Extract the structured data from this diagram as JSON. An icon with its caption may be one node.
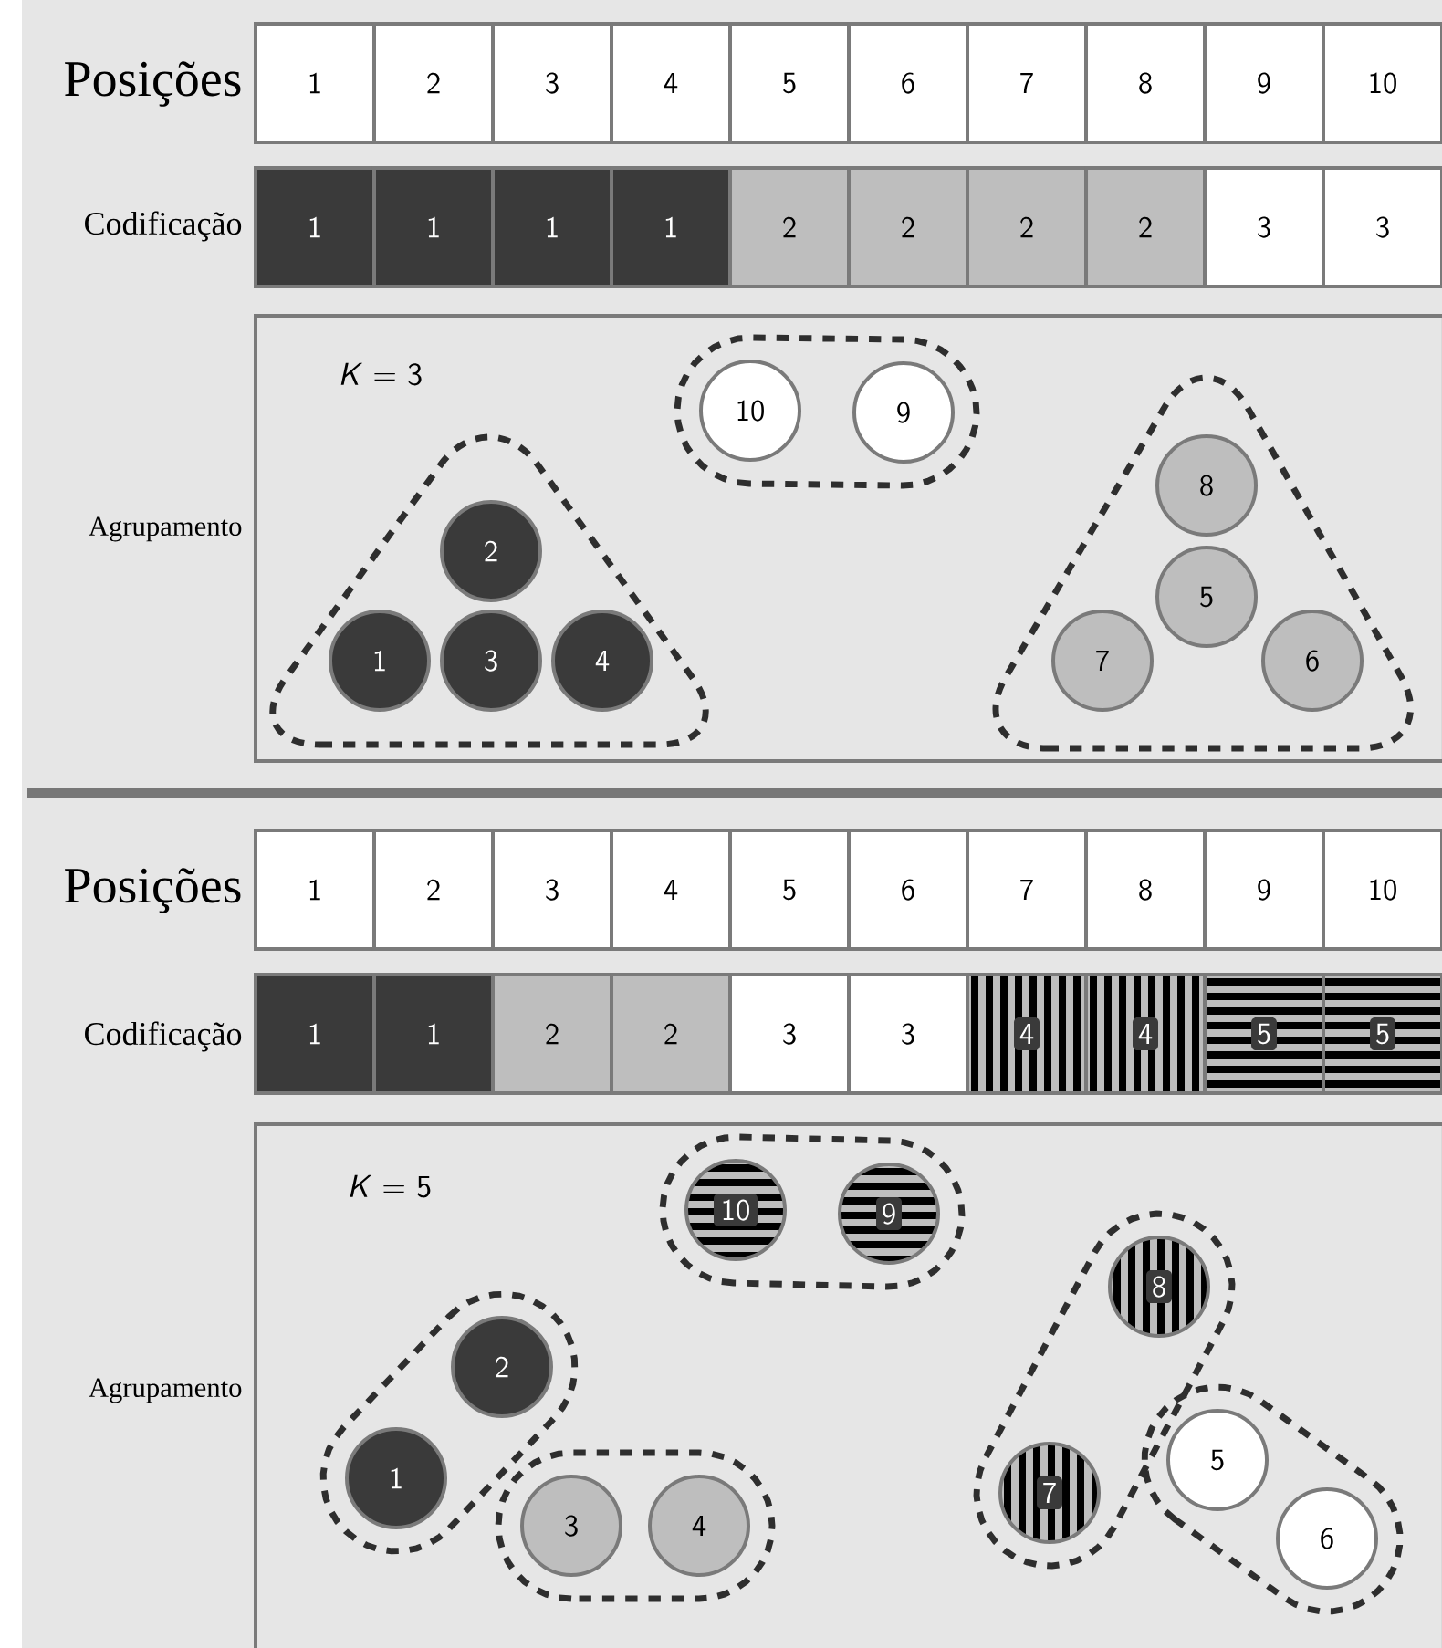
{
  "diagram": {
    "nodes": [
      {
        "text": [
          "1"
        ]
      },
      {
        "text": [
          "2"
        ]
      },
      {
        "text": [
          "3"
        ]
      },
      {
        "text": [
          "4"
        ]
      },
      {
        "text": [
          "5"
        ]
      },
      {
        "text": [
          "6"
        ]
      },
      {
        "text": [
          "7"
        ]
      },
      {
        "text": [
          "8"
        ]
      },
      {
        "text": [
          "9"
        ]
      },
      {
        "text": [
          "10"
        ]
      },
      {
        "text": [
          "1"
        ]
      },
      {
        "text": [
          "1"
        ]
      },
      {
        "text": [
          "1"
        ]
      },
      {
        "text": [
          "1"
        ]
      },
      {
        "text": [
          "2"
        ]
      },
      {
        "text": [
          "2"
        ]
      },
      {
        "text": [
          "2"
        ]
      },
      {
        "text": [
          "2"
        ]
      },
      {
        "text": [
          "3"
        ]
      },
      {
        "text": [
          "3"
        ]
      },
      {
        "text": [
          "*K* = 3"
        ]
      },
      {
        "text": [],
        "shape": "outline",
        "in": 20
      },
      {
        "text": [
          "10"
        ],
        "in": 21
      },
      {
        "text": [
          "9"
        ],
        "in": 21
      },
      {
        "text": [],
        "shape": "outline",
        "in": 20
      },
      {
        "text": [
          "2"
        ],
        "in": 24
      },
      {
        "text": [
          "1"
        ],
        "in": 24
      },
      {
        "text": [
          "3"
        ],
        "in": 24
      },
      {
        "text": [
          "4"
        ],
        "in": 24
      },
      {
        "text": [],
        "shape": "outline",
        "in": 20
      },
      {
        "text": [
          "8"
        ],
        "in": 29
      },
      {
        "text": [
          "5"
        ],
        "in": 29
      },
      {
        "text": [
          "7"
        ],
        "in": 29
      },
      {
        "text": [
          "6"
        ],
        "in": 29
      },
      {
        "text": [
          "1"
        ]
      },
      {
        "text": [
          "2"
        ]
      },
      {
        "text": [
          "3"
        ]
      },
      {
        "text": [
          "4"
        ]
      },
      {
        "text": [
          "5"
        ]
      },
      {
        "text": [
          "6"
        ]
      },
      {
        "text": [
          "7"
        ]
      },
      {
        "text": [
          "8"
        ]
      },
      {
        "text": [
          "9"
        ]
      },
      {
        "text": [
          "10"
        ]
      },
      {
        "text": [
          "1"
        ]
      },
      {
        "text": [
          "1"
        ]
      },
      {
        "text": [
          "2"
        ]
      },
      {
        "text": [
          "2"
        ]
      },
      {
        "text": [
          "3"
        ]
      },
      {
        "text": [
          "3"
        ]
      },
      {
        "text": [
          "4"
        ]
      },
      {
        "text": [
          "4"
        ]
      },
      {
        "text": [
          "5"
        ]
      },
      {
        "text": [
          "5"
        ]
      },
      {
        "text": [
          "*K* = 5"
        ]
      },
      {
        "text": [],
        "shape": "outline",
        "in": 54
      },
      {
        "text": [
          "10"
        ],
        "in": 55
      },
      {
        "text": [
          "9"
        ],
        "in": 55
      },
      {
        "text": [],
        "shape": "outline",
        "in": 54
      },
      {
        "text": [
          "2"
        ],
        "in": 58
      },
      {
        "text": [
          "1"
        ],
        "in": 58
      },
      {
        "text": [],
        "shape": "outline",
        "in": 54
      },
      {
        "text": [
          "3"
        ],
        "in": 61
      },
      {
        "text": [
          "4"
        ],
        "in": 61
      },
      {
        "text": [],
        "shape": "outline",
        "in": 54
      },
      {
        "text": [
          "8"
        ],
        "in": 64
      },
      {
        "text": [
          "7"
        ],
        "in": 64
      },
      {
        "text": [],
        "shape": "outline",
        "in": 54
      },
      {
        "text": [
          "5"
        ],
        "in": 67
      },
      {
        "text": [
          "6"
        ],
        "in": 67
      }
    ],
    "labels": [
      "Posições",
      "Codificação",
      "Agrupamento",
      "Posições",
      "Codificação",
      "Agrupamento"
    ]
  }
}
